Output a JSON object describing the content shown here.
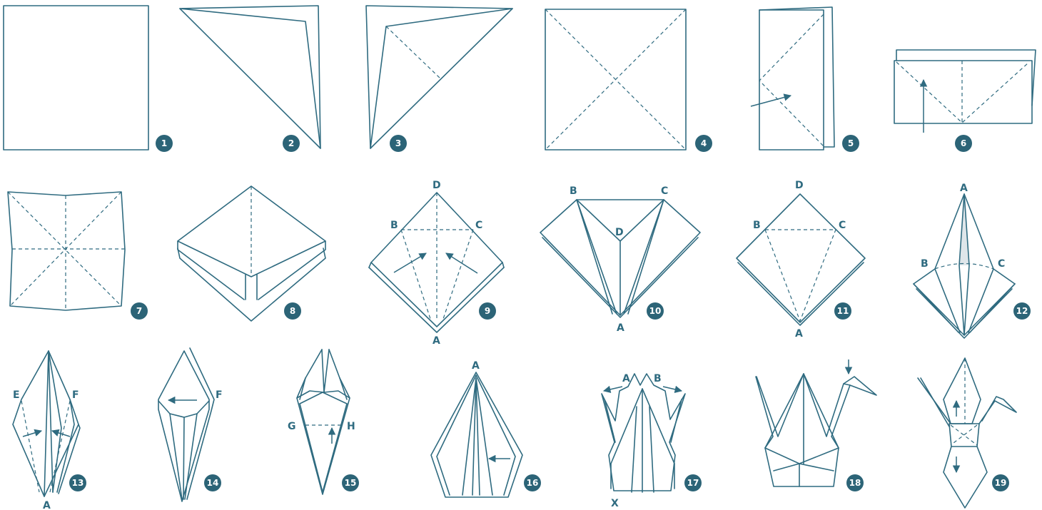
{
  "steps": [
    {
      "number": "1"
    },
    {
      "number": "2"
    },
    {
      "number": "3"
    },
    {
      "number": "4"
    },
    {
      "number": "5"
    },
    {
      "number": "6"
    },
    {
      "number": "7"
    },
    {
      "number": "8"
    },
    {
      "number": "9"
    },
    {
      "number": "10"
    },
    {
      "number": "11"
    },
    {
      "number": "12"
    },
    {
      "number": "13"
    },
    {
      "number": "14"
    },
    {
      "number": "15"
    },
    {
      "number": "16"
    },
    {
      "number": "17"
    },
    {
      "number": "18"
    },
    {
      "number": "19"
    }
  ],
  "labels": {
    "s9": {
      "top": "D",
      "left": "B",
      "right": "C",
      "bottom": "A"
    },
    "s10": {
      "left": "B",
      "right": "C",
      "center": "D",
      "bottom": "A"
    },
    "s11": {
      "top": "D",
      "left": "B",
      "right": "C",
      "bottom": "A"
    },
    "s12": {
      "top": "A",
      "left": "B",
      "right": "C"
    },
    "s13": {
      "left": "E",
      "right": "F",
      "bottom": "A"
    },
    "s14": {
      "right": "F"
    },
    "s15": {
      "left": "G",
      "right": "H"
    },
    "s16": {
      "top": "A"
    },
    "s17": {
      "left": "A",
      "right": "B",
      "bottom": "X"
    }
  },
  "colors": {
    "line": "#2f6b80",
    "badge": "#2c6477",
    "badge_text": "#ffffff"
  }
}
